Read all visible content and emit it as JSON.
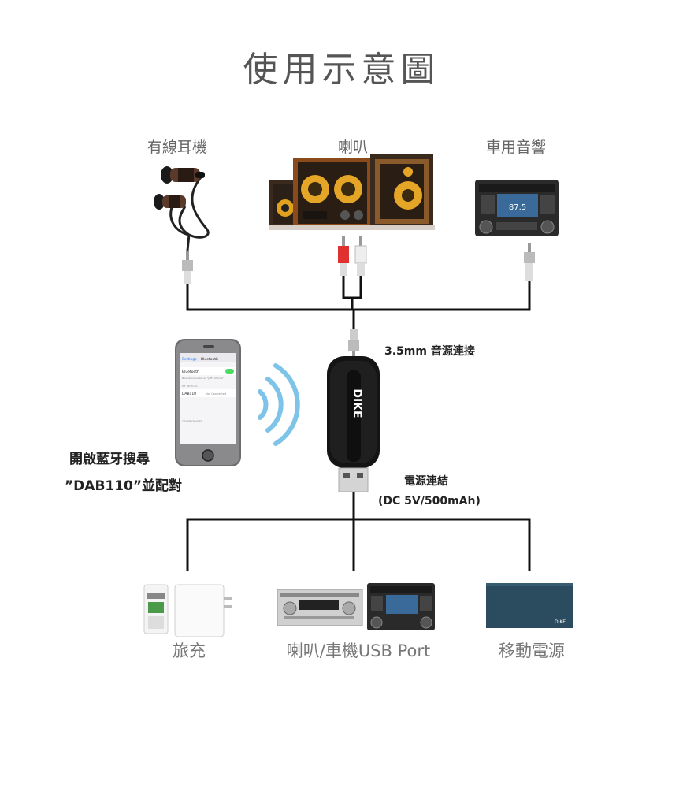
{
  "title": "使用示意圖",
  "top_labels": {
    "earphones": "有線耳機",
    "speakers": "喇叭",
    "car_audio": "車用音響"
  },
  "connection_note": "3.5mm 音源連接",
  "power_note": {
    "line1": "電源連結",
    "line2": "(DC 5V/500mAh)"
  },
  "pairing_note": {
    "line1": "開啟藍牙搜尋",
    "line2": "”DAB110”並配對"
  },
  "device_brand": "DIKE",
  "bottom_labels": {
    "charger": "旅充",
    "usb_port": "喇叭/車機USB Port",
    "power_bank": "移動電源"
  },
  "phone_screen": {
    "nav_back": "Settings",
    "nav_title": "Bluetooth",
    "bluetooth_label": "Bluetooth",
    "discoverable_text": "Now discoverable as \"Jeff's iPhone\"",
    "my_devices_header": "MY DEVICES",
    "device_name": "DAB110",
    "device_status": "Not Connected",
    "other_devices_header": "OTHER DEVICES"
  },
  "radio_display": "87.5",
  "power_bank_brand": "DIKE"
}
